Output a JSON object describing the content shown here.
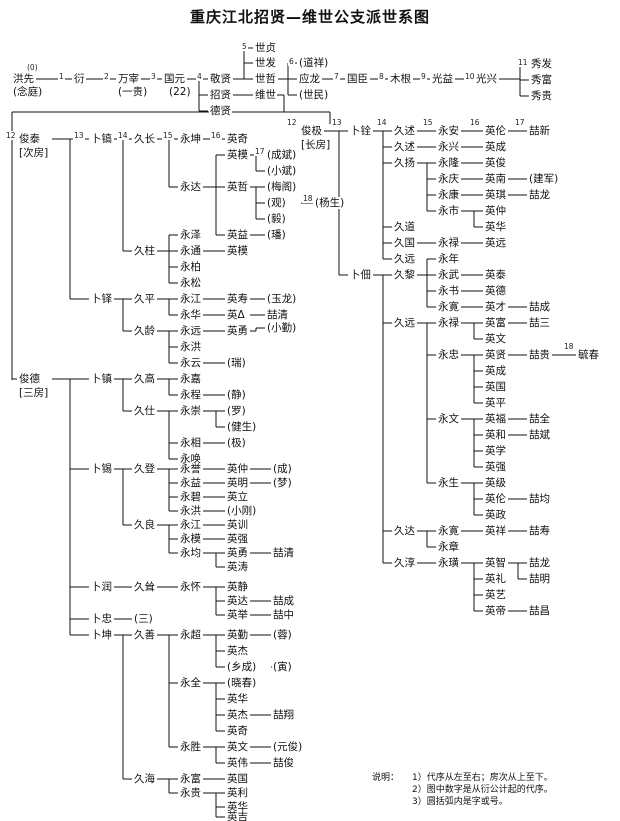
{
  "title": "重庆江北招贤—维世公支派世系图",
  "nodes": {
    "n0": {
      "text": "洪先",
      "gen": "(0)"
    },
    "n0a": {
      "text": "(念庭)"
    },
    "n1": {
      "text": "衍"
    },
    "n2": {
      "text": "万宰"
    },
    "n2a": {
      "text": "(一贵)"
    },
    "n3": {
      "text": "国元"
    },
    "n3a": {
      "text": "(22)"
    },
    "n4a": {
      "text": "敬贤"
    },
    "n4b": {
      "text": "招贤"
    },
    "n4c": {
      "text": "德贤"
    },
    "n5a": {
      "text": "世贞"
    },
    "n5b": {
      "text": "世发"
    },
    "n5c": {
      "text": "世哲"
    },
    "n5d": {
      "text": "维世"
    },
    "n6a": {
      "text": "(道祥)"
    },
    "n6b": {
      "text": "应龙"
    },
    "n6c": {
      "text": "(世民)"
    },
    "n7": {
      "text": "国臣"
    },
    "n8": {
      "text": "木根"
    },
    "n9": {
      "text": "光益"
    },
    "n10": {
      "text": "光兴"
    },
    "n11a": {
      "text": "秀发"
    },
    "n11b": {
      "text": "秀富"
    },
    "n11c": {
      "text": "秀贵"
    },
    "L12": {
      "text": "俊泰"
    },
    "L12a": {
      "text": "[次房]"
    },
    "L13a": {
      "text": "卜镐"
    },
    "L14a": {
      "text": "久长"
    },
    "L15a": {
      "text": "永坤"
    },
    "L16a": {
      "text": "英奇"
    },
    "L15b": {
      "text": "永达"
    },
    "L16b": {
      "text": "英模"
    },
    "L17a": {
      "text": "(成斌)"
    },
    "L17b": {
      "text": "(小斌)"
    },
    "L16c": {
      "text": "英哲"
    },
    "L17c": {
      "text": "(梅阁)"
    },
    "L17d": {
      "text": "(观)"
    },
    "L17e": {
      "text": "(毅)"
    },
    "L18a": {
      "text": "(杨生)"
    },
    "L16d": {
      "text": "英益"
    },
    "L17f": {
      "text": "(璠)"
    },
    "L14b": {
      "text": "久柱"
    },
    "L15c": {
      "text": "永泽"
    },
    "L15d": {
      "text": "永通"
    },
    "L16e": {
      "text": "英模"
    },
    "L15e": {
      "text": "永柏"
    },
    "L15f": {
      "text": "永松"
    },
    "L13b": {
      "text": "卜铎"
    },
    "L14c": {
      "text": "久平"
    },
    "L15g": {
      "text": "永江"
    },
    "L16f": {
      "text": "英寿"
    },
    "L17g": {
      "text": "(玉龙)"
    },
    "L15h": {
      "text": "永华"
    },
    "L16g": {
      "text": "英Δ"
    },
    "L17h": {
      "text": "喆清"
    },
    "L14d": {
      "text": "久龄"
    },
    "L15i": {
      "text": "永远"
    },
    "L16h": {
      "text": "英勇"
    },
    "L17i": {
      "text": "(小勤)"
    },
    "L15j": {
      "text": "永洪"
    },
    "L15k": {
      "text": "永云"
    },
    "L16i": {
      "text": "(瑞)"
    },
    "M12": {
      "text": "俊德"
    },
    "M12a": {
      "text": "[三房]"
    },
    "M13a": {
      "text": "卜镇"
    },
    "M14a": {
      "text": "久高"
    },
    "M15a": {
      "text": "永嘉"
    },
    "M15b": {
      "text": "永程"
    },
    "M16a": {
      "text": "(静)"
    },
    "M14b": {
      "text": "久仕"
    },
    "M15c": {
      "text": "永崇"
    },
    "M16b": {
      "text": "(罗)"
    },
    "M16c": {
      "text": "(健生)"
    },
    "M15d": {
      "text": "永相"
    },
    "M16d": {
      "text": "(极)"
    },
    "M15e": {
      "text": "永唤"
    },
    "M13b": {
      "text": "卜锡"
    },
    "M14c": {
      "text": "久登"
    },
    "M15f": {
      "text": "永誉"
    },
    "M16e": {
      "text": "英仲"
    },
    "M17a": {
      "text": "(成)"
    },
    "M15g": {
      "text": "永益"
    },
    "M16f": {
      "text": "英明"
    },
    "M17b": {
      "text": "(梦)"
    },
    "M15h": {
      "text": "永碧"
    },
    "M16g": {
      "text": "英立"
    },
    "M15i": {
      "text": "永洪"
    },
    "M16h": {
      "text": "(小刚)"
    },
    "M14d": {
      "text": "久良"
    },
    "M15j": {
      "text": "永江"
    },
    "M16i": {
      "text": "英训"
    },
    "M15k": {
      "text": "永模"
    },
    "M16j": {
      "text": "英强"
    },
    "M15l": {
      "text": "永均"
    },
    "M16k": {
      "text": "英勇"
    },
    "M17c": {
      "text": "喆清"
    },
    "M16l": {
      "text": "英涛"
    },
    "M13c": {
      "text": "卜润"
    },
    "M14e": {
      "text": "久耸"
    },
    "M15m": {
      "text": "永怀"
    },
    "M16m": {
      "text": "英静"
    },
    "M16n": {
      "text": "英达"
    },
    "M17d": {
      "text": "喆成"
    },
    "M16o": {
      "text": "英举"
    },
    "M17e": {
      "text": "喆中"
    },
    "M13d": {
      "text": "卜忠"
    },
    "M14f": {
      "text": "(三)"
    },
    "M13e": {
      "text": "卜坤"
    },
    "M14g": {
      "text": "久善"
    },
    "M15n": {
      "text": "永超"
    },
    "M16p": {
      "text": "英勤"
    },
    "M17f": {
      "text": "(蓉)"
    },
    "M16q": {
      "text": "英杰"
    },
    "M16r": {
      "text": "(乡成)"
    },
    "M17g": {
      "text": "(寅)"
    },
    "M15o": {
      "text": "永全"
    },
    "M16s": {
      "text": "(晓春)"
    },
    "M16t": {
      "text": "英华"
    },
    "M16u": {
      "text": "英杰"
    },
    "M17h": {
      "text": "喆翔"
    },
    "M16v": {
      "text": "英奇"
    },
    "M15p": {
      "text": "永胜"
    },
    "M16w": {
      "text": "英文"
    },
    "M17i": {
      "text": "(元俊)"
    },
    "M16x": {
      "text": "英伟"
    },
    "M17j": {
      "text": "喆俊"
    },
    "M14h": {
      "text": "久海"
    },
    "M15q": {
      "text": "永富"
    },
    "M16y": {
      "text": "英国"
    },
    "M15r": {
      "text": "永贵"
    },
    "M16z": {
      "text": "英利"
    },
    "M16z2": {
      "text": "英华"
    },
    "M16z3": {
      "text": "英吉"
    },
    "R12": {
      "text": "俊极"
    },
    "R12a": {
      "text": "[长房]"
    },
    "R13a": {
      "text": "卜铨"
    },
    "R14a": {
      "text": "久述"
    },
    "R15a": {
      "text": "永安"
    },
    "R16a": {
      "text": "英伦"
    },
    "R17a": {
      "text": "喆新"
    },
    "R14b": {
      "text": "久述"
    },
    "R15b": {
      "text": "永兴"
    },
    "R16b": {
      "text": "英成"
    },
    "R14c": {
      "text": "久扬"
    },
    "R15c": {
      "text": "永隆"
    },
    "R16c": {
      "text": "英俊"
    },
    "R15d": {
      "text": "永庆"
    },
    "R16d": {
      "text": "英南"
    },
    "R17b": {
      "text": "(建军)"
    },
    "R15e": {
      "text": "永康"
    },
    "R16e": {
      "text": "英琪"
    },
    "R17c": {
      "text": "喆龙"
    },
    "R15f": {
      "text": "永市"
    },
    "R16f": {
      "text": "英仲"
    },
    "R16g": {
      "text": "英华"
    },
    "R14d": {
      "text": "久道"
    },
    "R14e": {
      "text": "久国"
    },
    "R15g": {
      "text": "永禄"
    },
    "R16h": {
      "text": "英远"
    },
    "R14f": {
      "text": "久远"
    },
    "R13b": {
      "text": "卜佃"
    },
    "R14g": {
      "text": "久黎"
    },
    "R15h": {
      "text": "永年"
    },
    "R15i": {
      "text": "永武"
    },
    "R16i": {
      "text": "英泰"
    },
    "R15j": {
      "text": "永书"
    },
    "R16j": {
      "text": "英德"
    },
    "R15k": {
      "text": "永寛"
    },
    "R16k": {
      "text": "英才"
    },
    "R17d": {
      "text": "喆成"
    },
    "R14h": {
      "text": "久远"
    },
    "R15l": {
      "text": "永禄"
    },
    "R16l": {
      "text": "英富"
    },
    "R17e": {
      "text": "喆三"
    },
    "R16m": {
      "text": "英文"
    },
    "R15m": {
      "text": "永忠"
    },
    "R16n": {
      "text": "英贤"
    },
    "R17f": {
      "text": "喆贵"
    },
    "R18a": {
      "text": "毓春"
    },
    "R16o": {
      "text": "英成"
    },
    "R16p": {
      "text": "英国"
    },
    "R16q": {
      "text": "英平"
    },
    "R15n": {
      "text": "永文"
    },
    "R16r": {
      "text": "英福"
    },
    "R17g": {
      "text": "喆全"
    },
    "R16s": {
      "text": "英和"
    },
    "R17h": {
      "text": "喆斌"
    },
    "R16t": {
      "text": "英学"
    },
    "R16u": {
      "text": "英强"
    },
    "R15o": {
      "text": "永生"
    },
    "R16v": {
      "text": "英级"
    },
    "R16w": {
      "text": "英伦"
    },
    "R17i": {
      "text": "喆均"
    },
    "R16x": {
      "text": "英政"
    },
    "R14i": {
      "text": "久达"
    },
    "R15p": {
      "text": "永寛"
    },
    "R16y": {
      "text": "英祥"
    },
    "R17j": {
      "text": "喆寿"
    },
    "R15q": {
      "text": "永章"
    },
    "R14j": {
      "text": "久淳"
    },
    "R15r": {
      "text": "永璜"
    },
    "R16z": {
      "text": "英智"
    },
    "R17k": {
      "text": "喆龙"
    },
    "R17l": {
      "text": "喆明"
    },
    "R16z2": {
      "text": "英礼"
    },
    "R16z3": {
      "text": "英艺"
    },
    "R16z4": {
      "text": "英帝"
    },
    "R17m": {
      "text": "喆昌"
    }
  },
  "gen_labels": {
    "g1": "1",
    "g2": "2",
    "g3": "3",
    "g4": "4",
    "g5": "5",
    "g6": "6",
    "g7": "7",
    "g8": "8",
    "g9": "9",
    "g10": "10",
    "g11": "11",
    "gL12": "12",
    "gL13": "13",
    "gL14": "14",
    "gL15": "15",
    "gL16": "16",
    "gL17": "17",
    "gL18": "18",
    "gR12": "12",
    "gR13": "13",
    "gR14": "14",
    "gR15": "15",
    "gR16": "16",
    "gR17": "17",
    "gR18": "18"
  },
  "legend": {
    "title": "说明：",
    "items": [
      "1）代序从左至右；房次从上至下。",
      "2）图中数字是从衍公计起的代序。",
      "3）圆括弧内是字或号。"
    ]
  }
}
